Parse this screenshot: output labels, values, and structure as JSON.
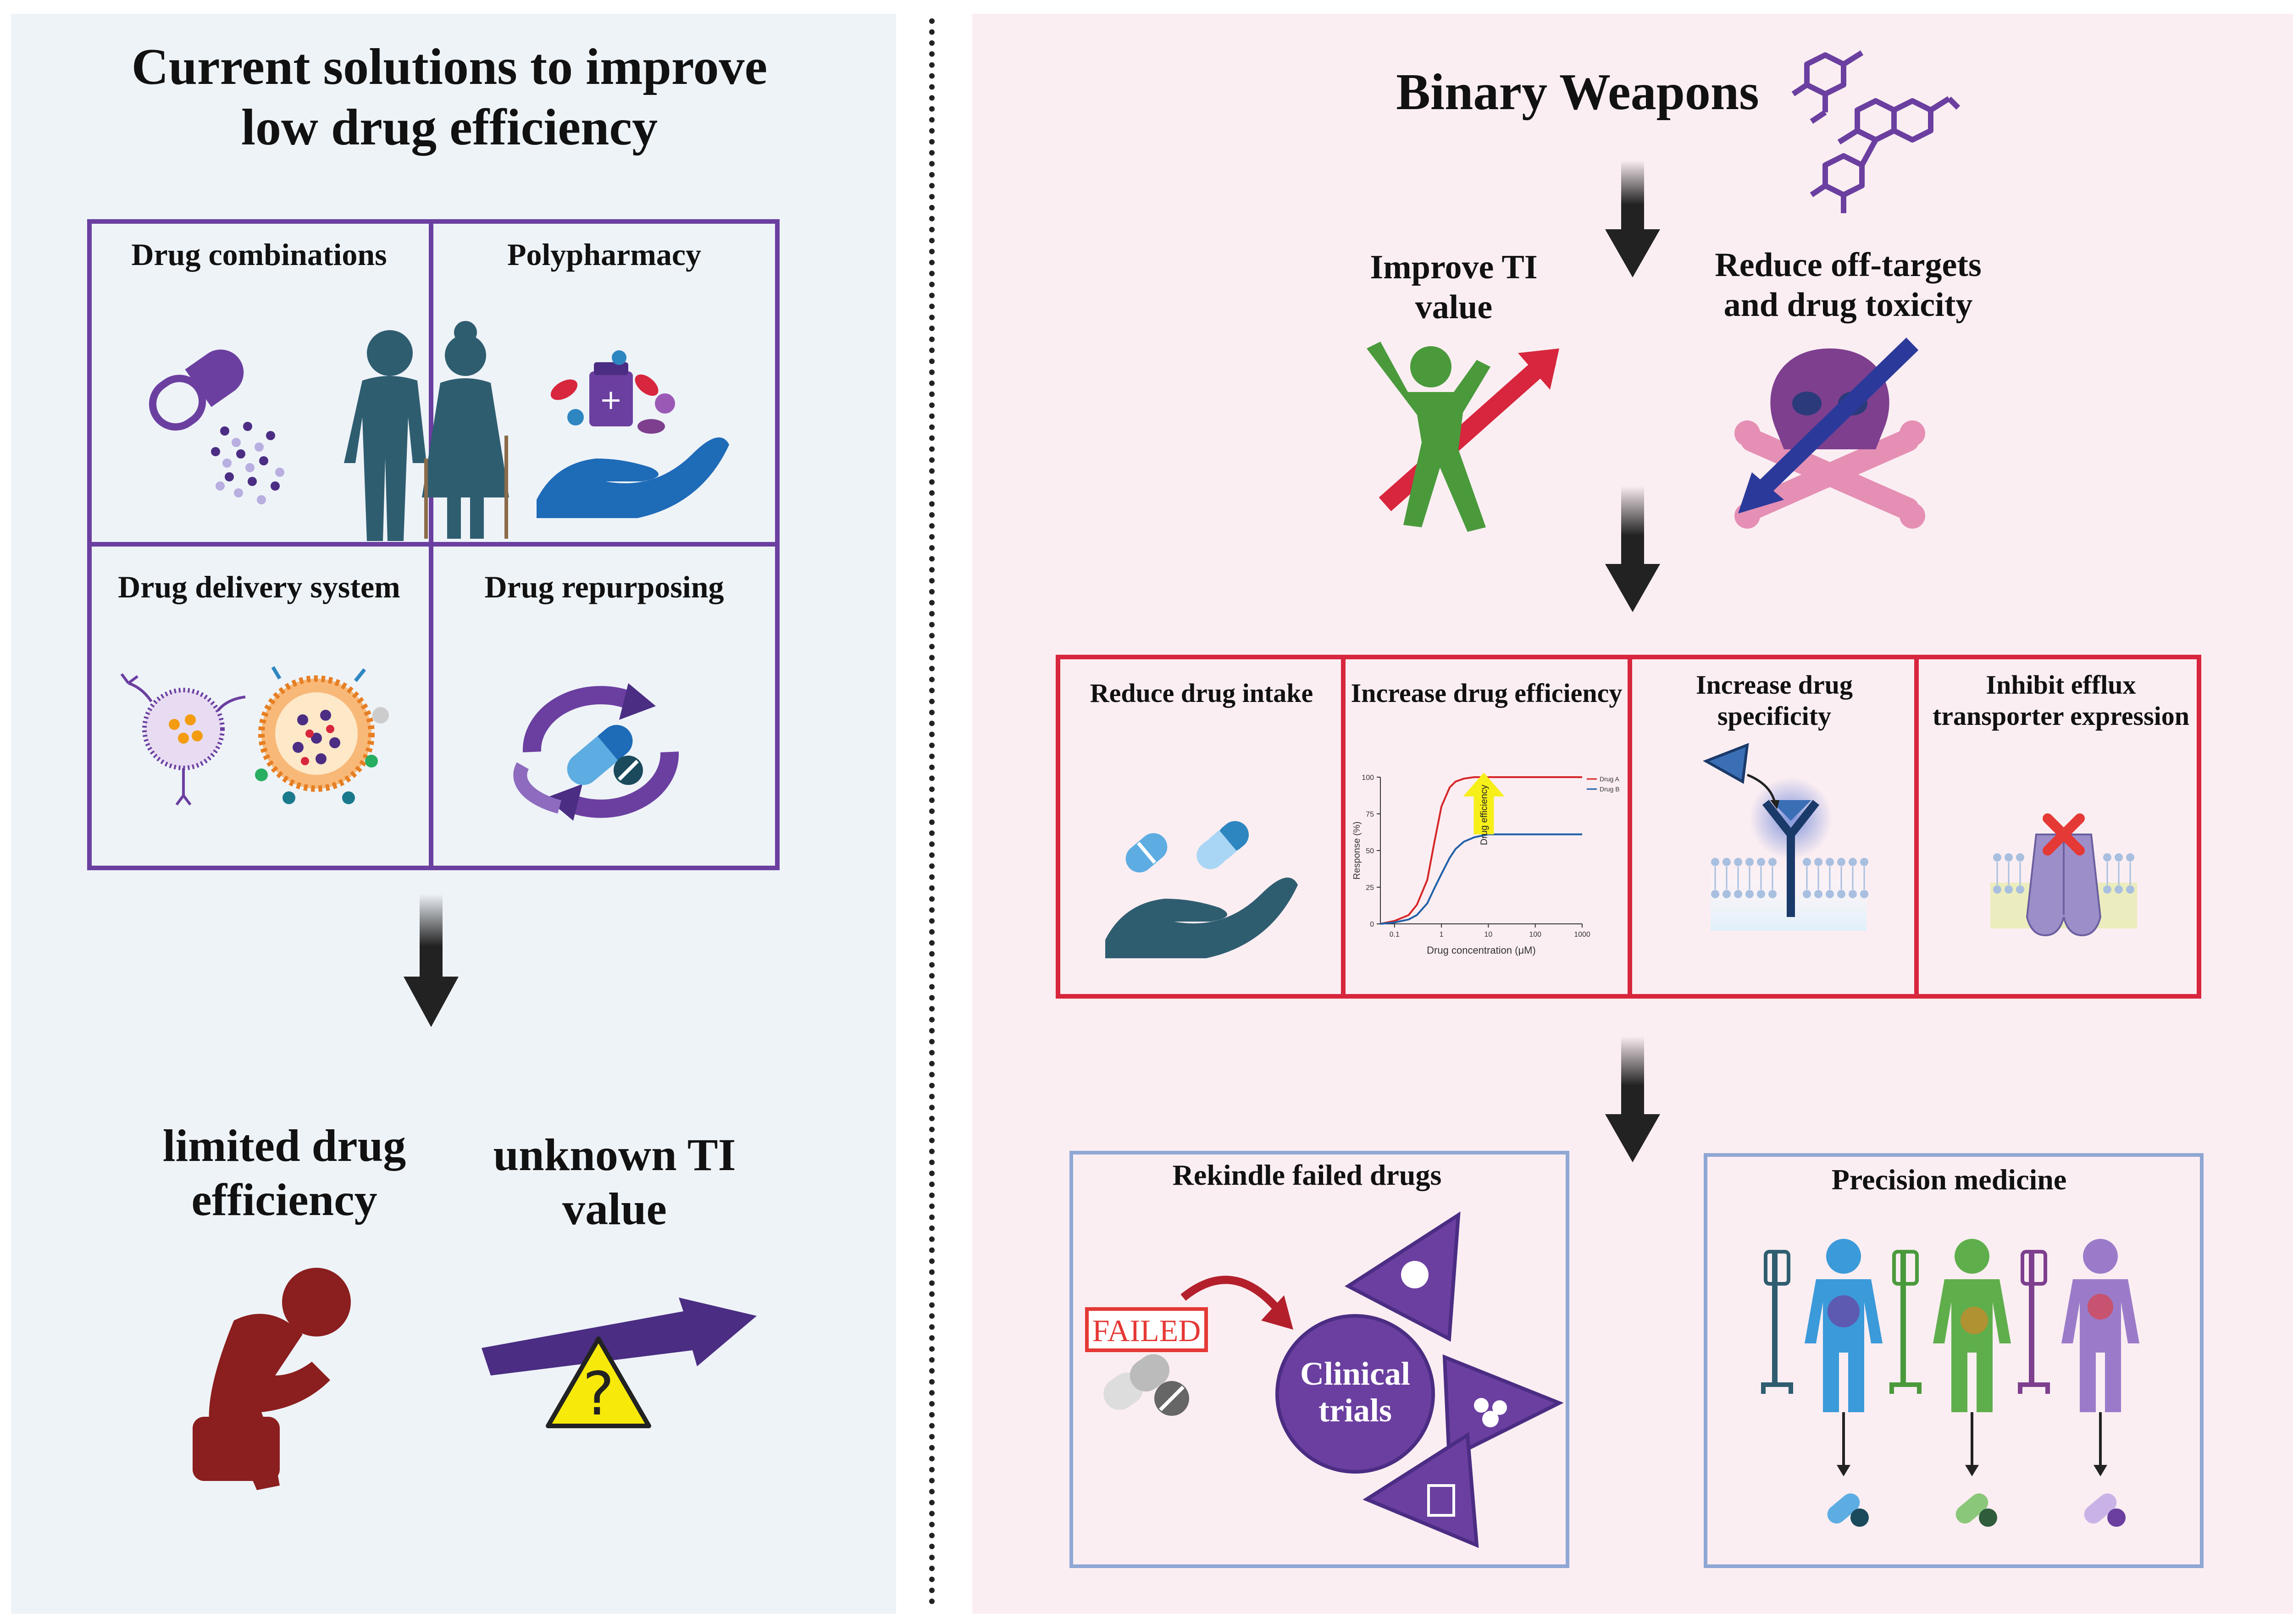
{
  "left": {
    "title": "Current solutions to improve low drug efficiency",
    "quadrants": [
      "Drug combinations",
      "Polypharmacy",
      "Drug delivery system",
      "Drug repurposing"
    ],
    "outcomes": [
      "limited drug efficiency",
      "unknown TI value"
    ],
    "outcome_question": "?"
  },
  "right": {
    "title": "Binary Weapons",
    "benefits": [
      "Improve TI value",
      "Reduce off-targets and drug toxicity"
    ],
    "mechanisms": [
      "Reduce drug intake",
      "Increase drug efficiency",
      "Increase drug specificity",
      "Inhibit efflux transporter expression"
    ],
    "applications": [
      "Rekindle failed drugs",
      "Precision medicine"
    ],
    "failed_stamp": "FAILED",
    "clinical_trials": "Clinical trials"
  },
  "chart_data": {
    "type": "line",
    "title": "",
    "xlabel": "Drug concentration (μM)",
    "ylabel": "Response (%)",
    "x_scale": "log",
    "x_ticks": [
      "0.1",
      "1",
      "10",
      "100",
      "1000"
    ],
    "y_ticks": [
      "0",
      "25",
      "50",
      "75",
      "100"
    ],
    "ylim": [
      0,
      100
    ],
    "xlim": [
      0.05,
      1000
    ],
    "annotation": "Drug efficiency",
    "series": [
      {
        "name": "Drug A",
        "color": "#d62728",
        "x": [
          0.05,
          0.1,
          0.2,
          0.3,
          0.5,
          0.7,
          1,
          1.5,
          2,
          3,
          5,
          10,
          100,
          1000
        ],
        "y": [
          0,
          2,
          6,
          13,
          30,
          55,
          80,
          93,
          97,
          99,
          100,
          100,
          100,
          100
        ]
      },
      {
        "name": "Drug B",
        "color": "#1f5fa8",
        "x": [
          0.05,
          0.1,
          0.2,
          0.3,
          0.5,
          0.7,
          1,
          1.5,
          2,
          3,
          5,
          10,
          100,
          1000
        ],
        "y": [
          0,
          1,
          3,
          6,
          14,
          24,
          34,
          45,
          51,
          56,
          59,
          61,
          61,
          61
        ]
      }
    ],
    "legend_position": "top-right"
  },
  "colors": {
    "purple": "#6b3fa0",
    "red": "#d7263d",
    "blue_border": "#8fa7d4",
    "dark_red": "#8b1e1e",
    "teal": "#2f5d70",
    "green": "#4a9a3c"
  },
  "icons": [
    "pill-spill-icon",
    "elderly-couple-icon",
    "hand-meds-icon",
    "liposome-icon",
    "recycle-pill-icon",
    "down-arrow-icon",
    "despair-person-icon",
    "warning-arrow-icon",
    "molecule-icon",
    "cheering-person-icon",
    "skull-crossbones-icon",
    "hand-pills-icon",
    "receptor-icon",
    "transporter-icon",
    "failed-pill-icon",
    "clinical-trial-cycle-icon",
    "iv-patient-icon"
  ]
}
